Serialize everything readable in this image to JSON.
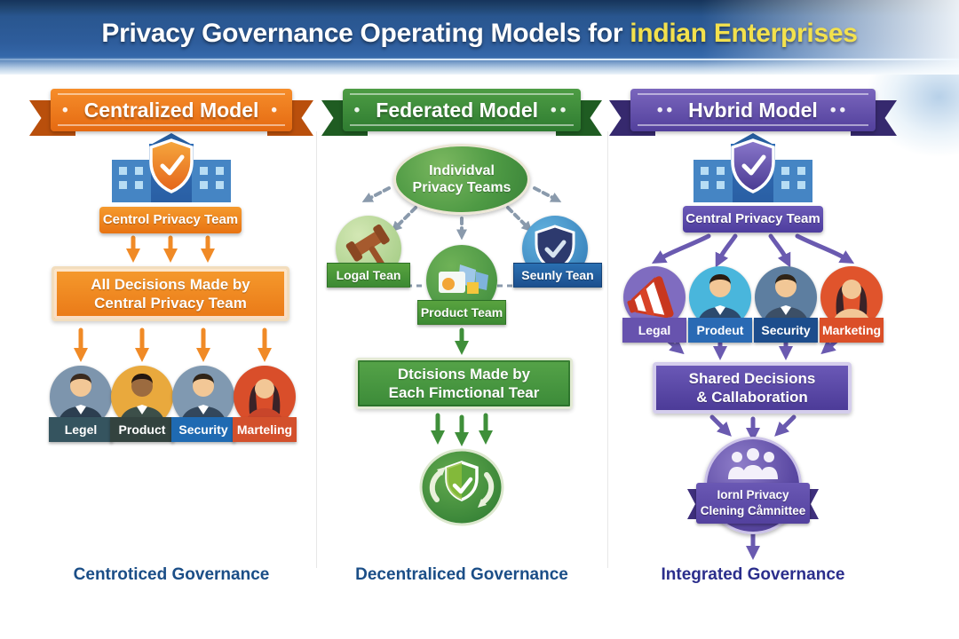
{
  "header": {
    "title": "Privacy Governance Operating Models for",
    "title_highlight": "indian Enterprises"
  },
  "colors": {
    "banner_blue": "#2b5894",
    "title_highlight": "#f3e14d",
    "centralized_accent": "#ee7a1f",
    "federated_accent": "#3f8f3a",
    "hybrid_accent": "#5a48a2",
    "caption_navy": "#1b4e87"
  },
  "columns": {
    "centralized": {
      "dots_left": "•",
      "dots_right": "•",
      "ribbon": "Centralized Model",
      "org_box": "Centrol Privacy Team",
      "decision_line1": "All Decisions Made by",
      "decision_line2": "Central Privacy Team",
      "avatars": [
        {
          "label": "Legel"
        },
        {
          "label": "Product"
        },
        {
          "label": "Security"
        },
        {
          "label": "Marteling"
        }
      ],
      "caption": "Centroticed Governance"
    },
    "federated": {
      "dots_left": "•",
      "dots_right": "••",
      "ribbon": "Federated Model",
      "ellipse_line1": "Individval",
      "ellipse_line2": "Privacy Teams",
      "team_legal": "Logal Tean",
      "team_product": "Product Team",
      "team_security": "Seunly Tean",
      "decision_line1": "Dtcisions Made by",
      "decision_line2": "Each Fimctional Tear",
      "caption": "Decentraliced Governance"
    },
    "hybrid": {
      "dots_left": "••",
      "dots_right": "••",
      "ribbon": "Hvbrid Model",
      "org_box": "Central Privacy Team",
      "avatars": [
        {
          "label": "Legal"
        },
        {
          "label": "Prodeut"
        },
        {
          "label": "Security"
        },
        {
          "label": "Marketing"
        }
      ],
      "decision_line1": "Shared Decisions",
      "decision_line2": "& Callaboration",
      "badge_line1": "Iornl Privacy",
      "badge_line2": "Clening Cåmnittee",
      "caption": "Integrated Governance"
    }
  }
}
